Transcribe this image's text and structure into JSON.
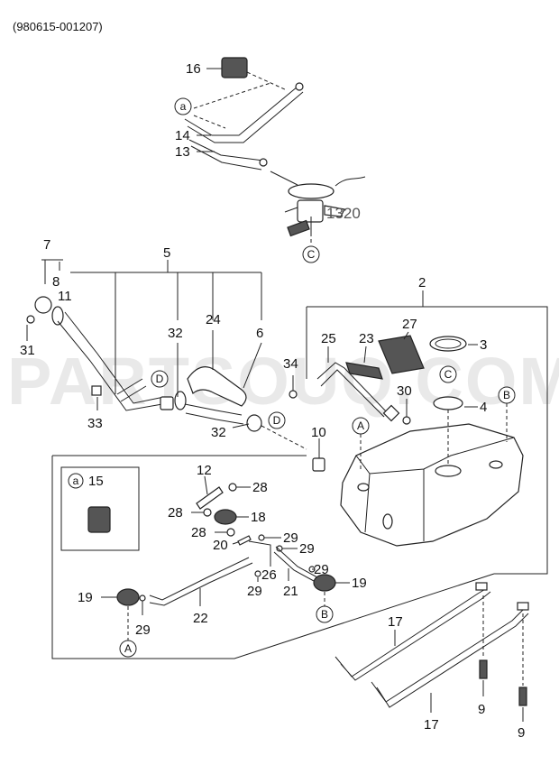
{
  "header": {
    "code": "(980615-001207)"
  },
  "watermark": "PARTSOUQ.COM",
  "part_numbers": {
    "p1": "16",
    "p2": "14",
    "p3": "13",
    "p4": "1320",
    "p5": "7",
    "p6": "8",
    "p7": "11",
    "p8": "31",
    "p9": "5",
    "p10": "32",
    "p11": "24",
    "p12": "6",
    "p13": "33",
    "p14": "32",
    "p15": "2",
    "p16": "27",
    "p17": "25",
    "p18": "23",
    "p19": "3",
    "p20": "34",
    "p21": "30",
    "p22": "4",
    "p23": "10",
    "p24": "15",
    "p25": "12",
    "p26": "28",
    "p27": "28",
    "p28": "18",
    "p29": "28",
    "p30": "20",
    "p31": "29",
    "p32": "29",
    "p33": "26",
    "p34": "29",
    "p35": "21",
    "p36": "29",
    "p37": "19",
    "p38": "19",
    "p39": "29",
    "p40": "22",
    "p41": "17",
    "p42": "17",
    "p43": "9",
    "p44": "9"
  },
  "callouts": {
    "a1": "a",
    "a2": "a",
    "c1": "C",
    "c2": "C",
    "d1": "D",
    "d2": "D",
    "aa1": "A",
    "aa2": "A",
    "b1": "B",
    "b2": "B"
  }
}
